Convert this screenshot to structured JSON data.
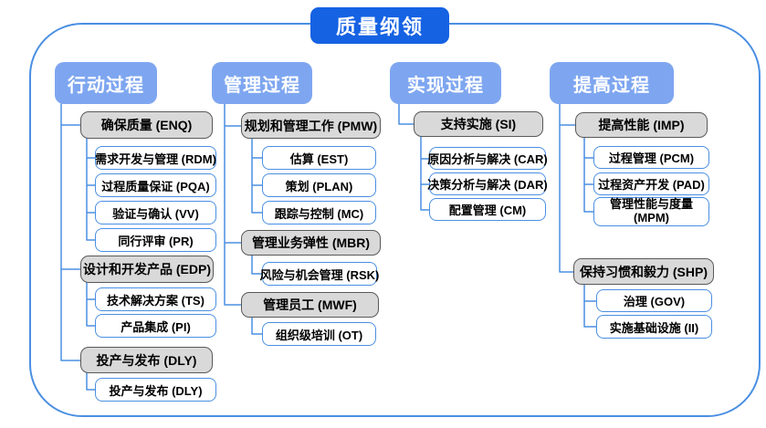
{
  "title": "质量纲领",
  "columns": [
    {
      "header": "行动过程",
      "groups": [
        {
          "label": "确保质量 (ENQ)",
          "children": [
            "需求开发与管理 (RDM)",
            "过程质量保证 (PQA)",
            "验证与确认 (VV)",
            "同行评审 (PR)"
          ]
        },
        {
          "label": "设计和开发产品 (EDP)",
          "children": [
            "技术解决方案 (TS)",
            "产品集成 (PI)"
          ]
        },
        {
          "label": "投产与发布 (DLY)",
          "children": [
            "投产与发布 (DLY)"
          ]
        }
      ]
    },
    {
      "header": "管理过程",
      "groups": [
        {
          "label": "规划和管理工作 (PMW)",
          "children": [
            "估算 (EST)",
            "策划 (PLAN)",
            "跟踪与控制 (MC)"
          ]
        },
        {
          "label": "管理业务弹性 (MBR)",
          "children": [
            "风险与机会管理 (RSK)"
          ]
        },
        {
          "label": "管理员工 (MWF)",
          "children": [
            "组织级培训 (OT)"
          ]
        }
      ]
    },
    {
      "header": "实现过程",
      "groups": [
        {
          "label": "支持实施 (SI)",
          "children": [
            "原因分析与解决 (CAR)",
            "决策分析与解决 (DAR)",
            "配置管理 (CM)"
          ]
        }
      ]
    },
    {
      "header": "提高过程",
      "groups": [
        {
          "label": "提高性能 (IMP)",
          "children": [
            "过程管理 (PCM)",
            "过程资产开发 (PAD)",
            "管理性能与度量 (MPM)"
          ]
        },
        {
          "label": "保持习惯和毅力 (SHP)",
          "children": [
            "治理 (GOV)",
            "实施基础设施 (II)"
          ]
        }
      ]
    }
  ],
  "colors": {
    "title_bg": "#1562e3",
    "header_bg": "#7ea6f0",
    "group_fill": "#d9d9d9",
    "group_border": "#595959",
    "leaf_border": "#4a8fe2",
    "connector": "#4a8fe2",
    "frame_border": "#4a8fe2",
    "text": "#000000",
    "header_text": "#ffffff"
  }
}
